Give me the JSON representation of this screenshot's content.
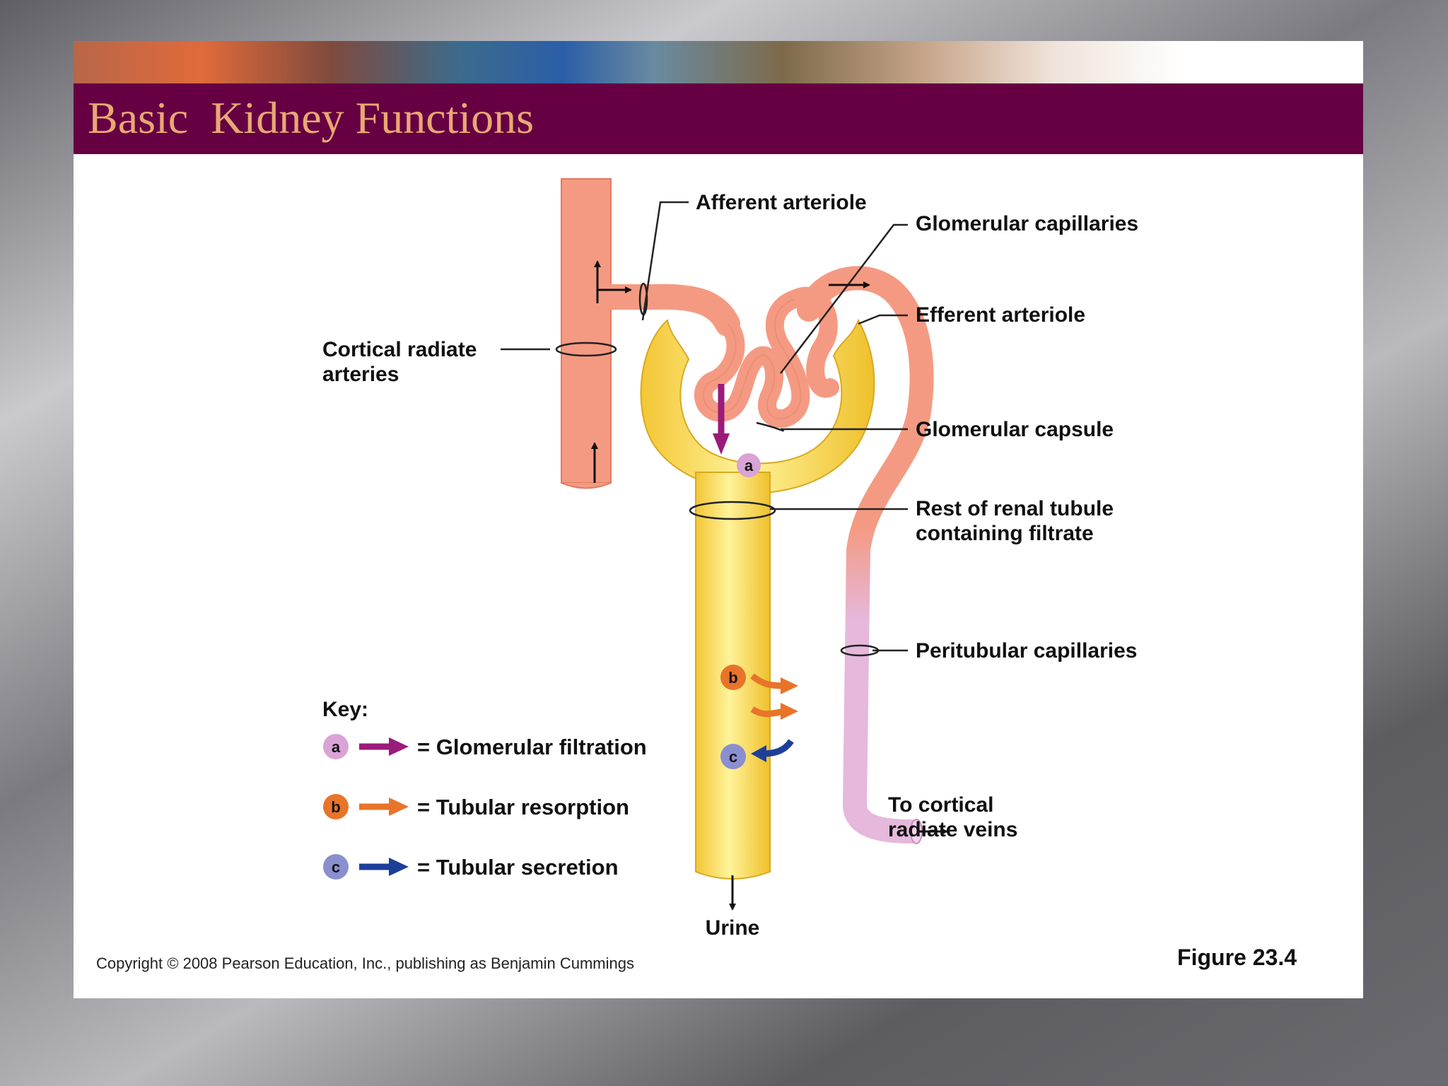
{
  "slide": {
    "title": "Basic  Kidney Functions"
  },
  "labels": {
    "afferent_arteriole": "Afferent arteriole",
    "glomerular_capillaries": "Glomerular capillaries",
    "efferent_arteriole": "Efferent arteriole",
    "cortical_radiate_arteries_line1": "Cortical radiate",
    "cortical_radiate_arteries_line2": "arteries",
    "glomerular_capsule": "Glomerular capsule",
    "rest_of_tubule_line1": "Rest of renal tubule",
    "rest_of_tubule_line2": "containing filtrate",
    "peritubular_capillaries": "Peritubular capillaries",
    "to_veins_line1": "To cortical",
    "to_veins_line2": "radiate veins",
    "urine": "Urine"
  },
  "key": {
    "heading": "Key:",
    "items": [
      {
        "badge": "a",
        "label": "= Glomerular filtration",
        "color": "#9b1b7b",
        "badge_color": "#d9a3d6"
      },
      {
        "badge": "b",
        "label": "= Tubular resorption",
        "color": "#e8742a",
        "badge_color": "#e8742a"
      },
      {
        "badge": "c",
        "label": "= Tubular secretion",
        "color": "#1d3f9a",
        "badge_color": "#8a8fcf"
      }
    ]
  },
  "footer": {
    "copyright": "Copyright © 2008 Pearson Education, Inc., publishing as Benjamin Cummings",
    "figure": "Figure 23.4"
  },
  "colors": {
    "title_bar": "#660043",
    "title_text": "#e8a873",
    "artery": "#f59a82",
    "tubule": "#fbe04e",
    "peritubular": "#e5b8dc"
  }
}
